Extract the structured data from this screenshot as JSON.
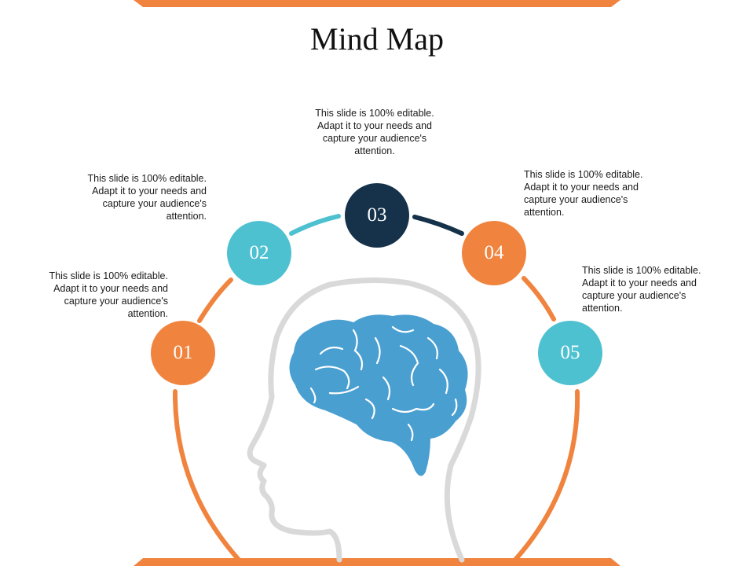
{
  "title": "Mind Map",
  "colors": {
    "orange": "#F0843F",
    "teal": "#4EC1D0",
    "navy": "#15324A",
    "brain": "#4A9FD1",
    "head_outline": "#D9D9D9"
  },
  "icons": {
    "head": "head-profile-icon",
    "brain": "brain-icon"
  },
  "nodes": [
    {
      "label": "01",
      "text": "This slide is 100% editable. Adapt it to your needs and capture your audience's attention.",
      "color": "#F0843F"
    },
    {
      "label": "02",
      "text": "This slide is 100% editable. Adapt it to your needs and capture your audience's attention.",
      "color": "#4EC1D0"
    },
    {
      "label": "03",
      "text": "This slide is 100% editable. Adapt it to your needs and capture your audience's attention.",
      "color": "#15324A"
    },
    {
      "label": "04",
      "text": "This slide is 100% editable. Adapt it to your needs and capture your audience's attention.",
      "color": "#F0843F"
    },
    {
      "label": "05",
      "text": "This slide is 100% editable. Adapt it to your needs and capture your audience's attention.",
      "color": "#4EC1D0"
    }
  ]
}
